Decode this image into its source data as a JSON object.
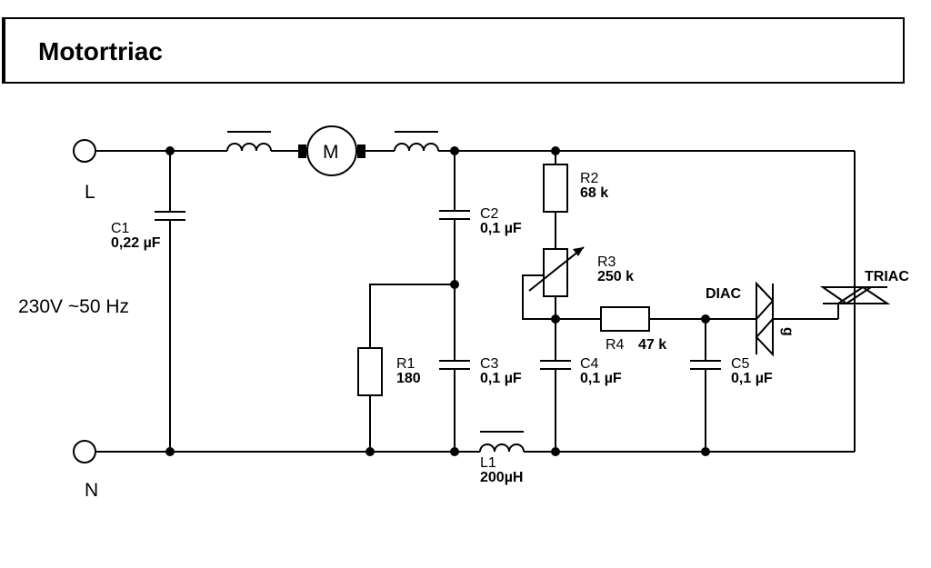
{
  "title": "Motortriac",
  "terminals": {
    "line": "L",
    "neutral": "N"
  },
  "supply": "230V ~50 Hz",
  "components": {
    "c1": {
      "name": "C1",
      "value": "0,22 µF"
    },
    "c2": {
      "name": "C2",
      "value": "0,1 µF"
    },
    "c3": {
      "name": "C3",
      "value": "0,1 µF"
    },
    "c4": {
      "name": "C4",
      "value": "0,1 µF"
    },
    "c5": {
      "name": "C5",
      "value": "0,1 µF"
    },
    "r1": {
      "name": "R1",
      "value": "180"
    },
    "r2": {
      "name": "R2",
      "value": "68 k"
    },
    "r3": {
      "name": "R3",
      "value": "250 k"
    },
    "r4": {
      "name": "R4",
      "value": "47 k"
    },
    "l1": {
      "name": "L1",
      "value": "200µH"
    },
    "motor": {
      "name": "M"
    },
    "diac": {
      "name": "DIAC"
    },
    "triac": {
      "name": "TRIAC",
      "gate": "g"
    }
  }
}
